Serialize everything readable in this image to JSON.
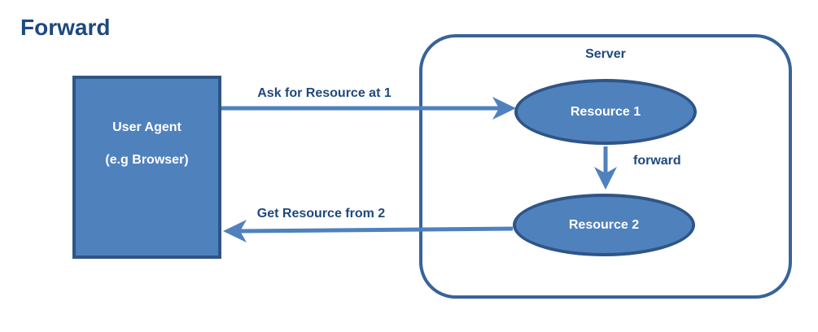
{
  "title": "Forward",
  "colors": {
    "shape_fill": "#4F81BD",
    "shape_border": "#2F5586",
    "server_border": "#37639A",
    "arrow": "#4F81BD",
    "label_text": "#1F497D",
    "node_text": "#FFFFFF"
  },
  "nodes": {
    "user_agent": {
      "label_line1": "User Agent",
      "label_line2": "(e.g Browser)"
    },
    "server": {
      "label": "Server"
    },
    "resource1": {
      "label": "Resource 1"
    },
    "resource2": {
      "label": "Resource 2"
    }
  },
  "edges": {
    "ask": {
      "label": "Ask for Resource at 1"
    },
    "get": {
      "label": "Get Resource from 2"
    },
    "forward": {
      "label": "forward"
    }
  }
}
